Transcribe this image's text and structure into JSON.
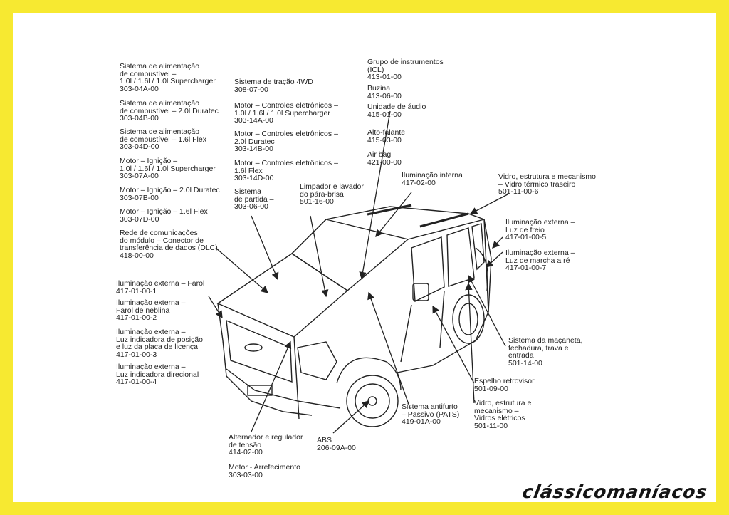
{
  "brand": {
    "text": "clássicomaníacos"
  },
  "colors": {
    "frame": "#f7e931",
    "ink": "#222222",
    "paper": "#ffffff"
  },
  "labels": [
    {
      "id": "l1",
      "lines": [
        "Sistema de alimentação",
        "de combustível –",
        "1.0l / 1.6l / 1.0l Supercharger",
        "303-04A-00"
      ]
    },
    {
      "id": "l2",
      "lines": [
        "Sistema de alimentação",
        "de combustível – 2.0l Duratec",
        "303-04B-00"
      ]
    },
    {
      "id": "l3",
      "lines": [
        "Sistema de alimentação",
        "de combustível – 1.6l Flex",
        "303-04D-00"
      ]
    },
    {
      "id": "l4",
      "lines": [
        "Motor – Ignição –",
        "1.0l / 1.6l / 1.0l Supercharger",
        "303-07A-00"
      ]
    },
    {
      "id": "l5",
      "lines": [
        "Motor – Ignição – 2.0l Duratec",
        "303-07B-00"
      ]
    },
    {
      "id": "l6",
      "lines": [
        "Motor – Ignição – 1.6l Flex",
        "303-07D-00"
      ]
    },
    {
      "id": "l7",
      "lines": [
        "Rede de comunicações",
        "do módulo – Conector de",
        "transferência de dados (DLC)",
        "418-00-00"
      ]
    },
    {
      "id": "l8",
      "lines": [
        "Iluminação externa – Farol",
        "417-01-00-1"
      ]
    },
    {
      "id": "l9",
      "lines": [
        "Iluminação externa –",
        "Farol de neblina",
        "417-01-00-2"
      ]
    },
    {
      "id": "l10",
      "lines": [
        "Iluminação externa –",
        "Luz indicadora de posição",
        "e luz da placa de licença",
        "417-01-00-3"
      ]
    },
    {
      "id": "l11",
      "lines": [
        "Iluminação externa –",
        "Luz indicadora direcional",
        "417-01-00-4"
      ]
    },
    {
      "id": "l12",
      "lines": [
        "Sistema de tração 4WD",
        "308-07-00"
      ]
    },
    {
      "id": "l13",
      "lines": [
        "Motor – Controles eletrônicos –",
        "1.0l / 1.6l / 1.0l Supercharger",
        "303-14A-00"
      ]
    },
    {
      "id": "l14",
      "lines": [
        "Motor – Controles eletrônicos –",
        "2.0l Duratec",
        "303-14B-00"
      ]
    },
    {
      "id": "l15",
      "lines": [
        "Motor – Controles eletrônicos –",
        "1.6l Flex",
        "303-14D-00"
      ]
    },
    {
      "id": "l16",
      "lines": [
        "Sistema",
        "de partida –",
        "303-06-00"
      ]
    },
    {
      "id": "l17",
      "lines": [
        "Limpador e lavador",
        "do pára-brisa",
        "501-16-00"
      ]
    },
    {
      "id": "l18",
      "lines": [
        "Grupo de instrumentos",
        "(ICL)",
        "413-01-00"
      ]
    },
    {
      "id": "l19",
      "lines": [
        "Buzina",
        "413-06-00"
      ]
    },
    {
      "id": "l20",
      "lines": [
        "Unidade de áudio",
        "415-01-00"
      ]
    },
    {
      "id": "l21",
      "lines": [
        "Alto-falante",
        "415-03-00"
      ]
    },
    {
      "id": "l22",
      "lines": [
        "Air bag",
        "421-00-00"
      ]
    },
    {
      "id": "l23",
      "lines": [
        "Iluminação interna",
        "417-02-00"
      ]
    },
    {
      "id": "l24",
      "lines": [
        "Vidro, estrutura e mecanismo",
        "– Vidro térmico traseiro",
        "501-11-00-6"
      ]
    },
    {
      "id": "l25",
      "lines": [
        "Iluminação externa –",
        "Luz de freio",
        "417-01-00-5"
      ]
    },
    {
      "id": "l26",
      "lines": [
        "Iluminação externa –",
        "Luz de marcha a ré",
        "417-01-00-7"
      ]
    },
    {
      "id": "l27",
      "lines": [
        "Sistema da maçaneta,",
        "fechadura, trava e",
        "entrada",
        "501-14-00"
      ]
    },
    {
      "id": "l28",
      "lines": [
        "Espelho retrovisor",
        "501-09-00"
      ]
    },
    {
      "id": "l29",
      "lines": [
        "Vidro, estrutura e",
        "mecanismo –",
        "Vidros elétricos",
        "501-11-00"
      ]
    },
    {
      "id": "l30",
      "lines": [
        "Sistema antifurto",
        "– Passivo (PATS)",
        "419-01A-00"
      ]
    },
    {
      "id": "l31",
      "lines": [
        "ABS",
        "206-09A-00"
      ]
    },
    {
      "id": "l32",
      "lines": [
        "Alternador e regulador",
        "de tensão",
        "414-02-00"
      ]
    },
    {
      "id": "l33",
      "lines": [
        "Motor - Arrefecimento",
        "303-03-00"
      ]
    }
  ]
}
